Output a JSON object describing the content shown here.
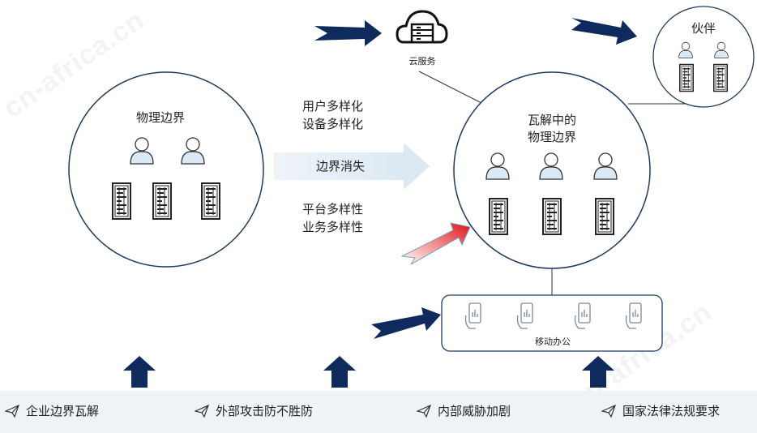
{
  "watermarks": {
    "top_left": "cn-africa.cn",
    "bottom_right": "cn-africa.cn"
  },
  "cloud": {
    "label": "云服务"
  },
  "partner": {
    "title": "伙伴"
  },
  "left_circle": {
    "title": "物理边界"
  },
  "right_circle": {
    "title_line1": "瓦解中的",
    "title_line2": "物理边界"
  },
  "middle": {
    "line1": "用户多样化",
    "line2": "设备多样化",
    "arrow_label": "边界消失",
    "line3": "平台多样性",
    "line4": "业务多样性"
  },
  "mobile": {
    "label": "移动办公"
  },
  "bottom": {
    "items": [
      "企业边界瓦解",
      "外部攻击防不胜防",
      "内部威胁加剧",
      "国家法律法规要求"
    ]
  },
  "colors": {
    "navy": "#0f2a5c",
    "person_fill": "#dbe9f6",
    "arrow_light": "#e3eef6",
    "red": "#e0101a"
  }
}
